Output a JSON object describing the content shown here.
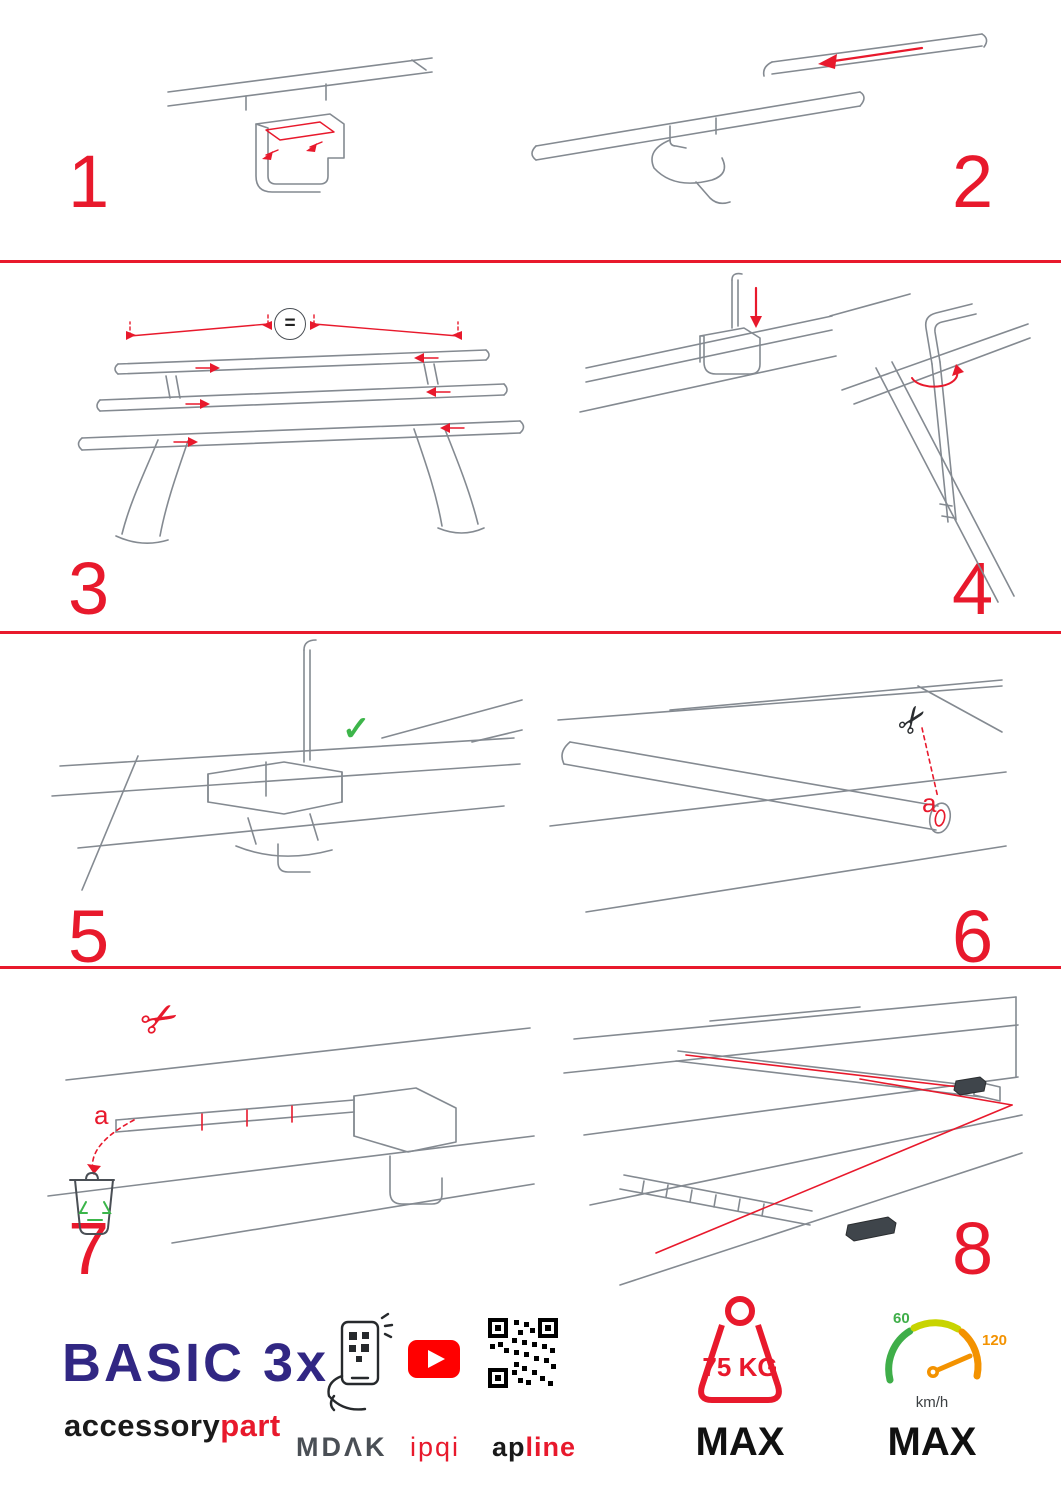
{
  "page": {
    "accent_color": "#e8192c",
    "background": "#ffffff"
  },
  "steps": [
    {
      "number": "1"
    },
    {
      "number": "2"
    },
    {
      "number": "3"
    },
    {
      "number": "4"
    },
    {
      "number": "5"
    },
    {
      "number": "6"
    },
    {
      "number": "7"
    },
    {
      "number": "8"
    }
  ],
  "annotations": {
    "equal_sign": "=",
    "checkmark": "✓",
    "scissors": "✂",
    "cut_label_6": "a",
    "cut_label_7": "a"
  },
  "footer": {
    "product": "BASIC 3x",
    "brand_black": "accessory",
    "brand_red": "part",
    "partner_mdak": "MDΛK",
    "partner_ipqi": "ipqi",
    "partner_ap": "ap",
    "partner_line": "line",
    "weight_value": "75 KG",
    "weight_max": "MAX",
    "speed_low": "60",
    "speed_high": "120",
    "speed_unit": "km/h",
    "speed_max": "MAX",
    "brand_color": "#312783",
    "status_green": "#3fae49",
    "status_orange": "#f39200"
  }
}
